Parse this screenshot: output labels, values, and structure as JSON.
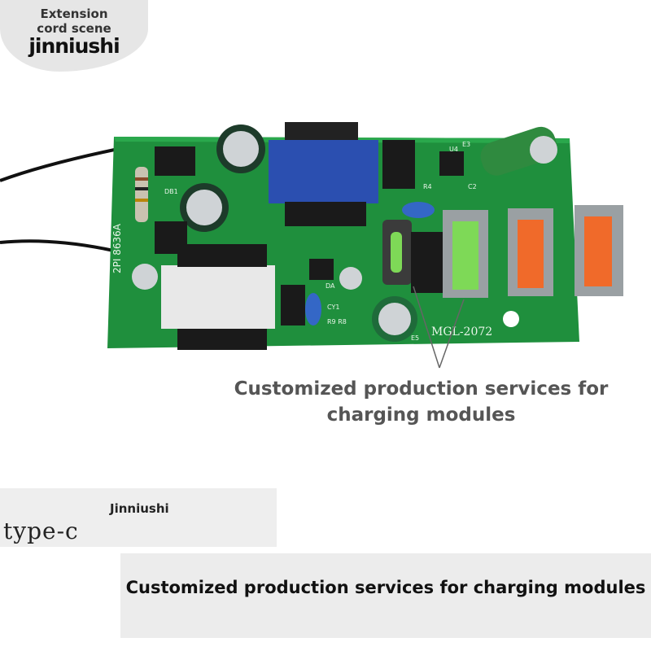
{
  "badge": {
    "line1": "Extension",
    "line2": "cord scene",
    "brand": "jinniushi"
  },
  "board": {
    "model_label": "MGL-2072",
    "side_label": "2PI 8636A",
    "labels": [
      "DB1",
      "CY1",
      "DA",
      "R9 R8",
      "E5",
      "E3",
      "U4",
      "R4",
      "C2"
    ],
    "colors": {
      "pcb": "#1f8f3d",
      "usb_green": "#7ed957",
      "usb_orange": "#f06a2a",
      "transformer": "#2b4fb0"
    }
  },
  "caption_mid": "Customized production services for charging modules",
  "box_left": {
    "brand": "Jinniushi",
    "text": "type-c"
  },
  "box_bottom": {
    "text": "Customized production services for charging modules"
  }
}
